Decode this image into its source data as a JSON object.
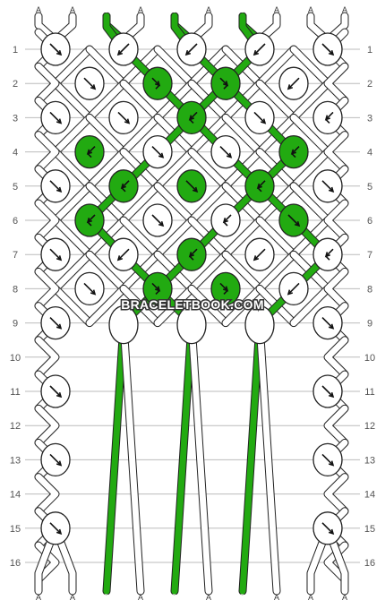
{
  "strands_top": [
    "A",
    "A",
    "B",
    "A",
    "B",
    "A",
    "B",
    "A",
    "A",
    "A"
  ],
  "strands_bottom": [
    "A",
    "A",
    "B",
    "A",
    "B",
    "A",
    "B",
    "A",
    "A",
    "A"
  ],
  "rows": [
    "1",
    "2",
    "3",
    "4",
    "5",
    "6",
    "7",
    "8",
    "9",
    "10",
    "11",
    "12",
    "13",
    "14",
    "15",
    "16"
  ],
  "watermark": "BRACELETBOOK.COM",
  "colors": {
    "A": "#ffffff",
    "B": "#22aa11",
    "outline": "#222222",
    "grid": "#bbbbbb"
  },
  "knots": [
    {
      "row": 1,
      "col": 0,
      "color": "A",
      "dir": "forward"
    },
    {
      "row": 1,
      "col": 2,
      "color": "A",
      "dir": "backward"
    },
    {
      "row": 1,
      "col": 4,
      "color": "A",
      "dir": "backward"
    },
    {
      "row": 1,
      "col": 6,
      "color": "A",
      "dir": "backward"
    },
    {
      "row": 1,
      "col": 8,
      "color": "A",
      "dir": "forward"
    },
    {
      "row": 2,
      "col": 1,
      "color": "A",
      "dir": "forward"
    },
    {
      "row": 2,
      "col": 3,
      "color": "B",
      "dir": "forward-backward"
    },
    {
      "row": 2,
      "col": 5,
      "color": "B",
      "dir": "forward-backward"
    },
    {
      "row": 2,
      "col": 7,
      "color": "A",
      "dir": "backward"
    },
    {
      "row": 3,
      "col": 0,
      "color": "A",
      "dir": "forward"
    },
    {
      "row": 3,
      "col": 2,
      "color": "A",
      "dir": "forward"
    },
    {
      "row": 3,
      "col": 4,
      "color": "B",
      "dir": "backward-forward"
    },
    {
      "row": 3,
      "col": 6,
      "color": "A",
      "dir": "forward"
    },
    {
      "row": 3,
      "col": 8,
      "color": "A",
      "dir": "backward-forward"
    },
    {
      "row": 4,
      "col": 1,
      "color": "B",
      "dir": "backward-forward"
    },
    {
      "row": 4,
      "col": 3,
      "color": "A",
      "dir": "forward"
    },
    {
      "row": 4,
      "col": 5,
      "color": "A",
      "dir": "forward"
    },
    {
      "row": 4,
      "col": 7,
      "color": "B",
      "dir": "backward-forward"
    },
    {
      "row": 5,
      "col": 0,
      "color": "A",
      "dir": "forward"
    },
    {
      "row": 5,
      "col": 2,
      "color": "B",
      "dir": "backward-forward"
    },
    {
      "row": 5,
      "col": 4,
      "color": "B",
      "dir": "forward"
    },
    {
      "row": 5,
      "col": 6,
      "color": "B",
      "dir": "backward-forward"
    },
    {
      "row": 5,
      "col": 8,
      "color": "A",
      "dir": "forward"
    },
    {
      "row": 6,
      "col": 1,
      "color": "B",
      "dir": "backward-forward"
    },
    {
      "row": 6,
      "col": 3,
      "color": "A",
      "dir": "forward"
    },
    {
      "row": 6,
      "col": 5,
      "color": "A",
      "dir": "backward-forward"
    },
    {
      "row": 6,
      "col": 7,
      "color": "B",
      "dir": "forward"
    },
    {
      "row": 7,
      "col": 0,
      "color": "A",
      "dir": "forward"
    },
    {
      "row": 7,
      "col": 2,
      "color": "A",
      "dir": "backward"
    },
    {
      "row": 7,
      "col": 4,
      "color": "B",
      "dir": "backward-forward"
    },
    {
      "row": 7,
      "col": 6,
      "color": "A",
      "dir": "backward"
    },
    {
      "row": 7,
      "col": 8,
      "color": "A",
      "dir": "backward-forward"
    },
    {
      "row": 8,
      "col": 1,
      "color": "A",
      "dir": "forward"
    },
    {
      "row": 8,
      "col": 3,
      "color": "B",
      "dir": "forward-backward"
    },
    {
      "row": 8,
      "col": 5,
      "color": "B",
      "dir": "forward-backward"
    },
    {
      "row": 8,
      "col": 7,
      "color": "A",
      "dir": "backward"
    },
    {
      "row": 9,
      "col": 0,
      "color": "A",
      "dir": "forward"
    },
    {
      "row": 9,
      "col": 2,
      "color": "A",
      "dir": "none"
    },
    {
      "row": 9,
      "col": 4,
      "color": "A",
      "dir": "none"
    },
    {
      "row": 9,
      "col": 6,
      "color": "A",
      "dir": "none"
    },
    {
      "row": 9,
      "col": 8,
      "color": "A",
      "dir": "forward"
    },
    {
      "row": 11,
      "col": 0,
      "color": "A",
      "dir": "forward"
    },
    {
      "row": 11,
      "col": 8,
      "color": "A",
      "dir": "forward"
    },
    {
      "row": 13,
      "col": 0,
      "color": "A",
      "dir": "forward"
    },
    {
      "row": 13,
      "col": 8,
      "color": "A",
      "dir": "forward"
    },
    {
      "row": 15,
      "col": 0,
      "color": "A",
      "dir": "forward"
    },
    {
      "row": 15,
      "col": 8,
      "color": "A",
      "dir": "forward"
    }
  ]
}
